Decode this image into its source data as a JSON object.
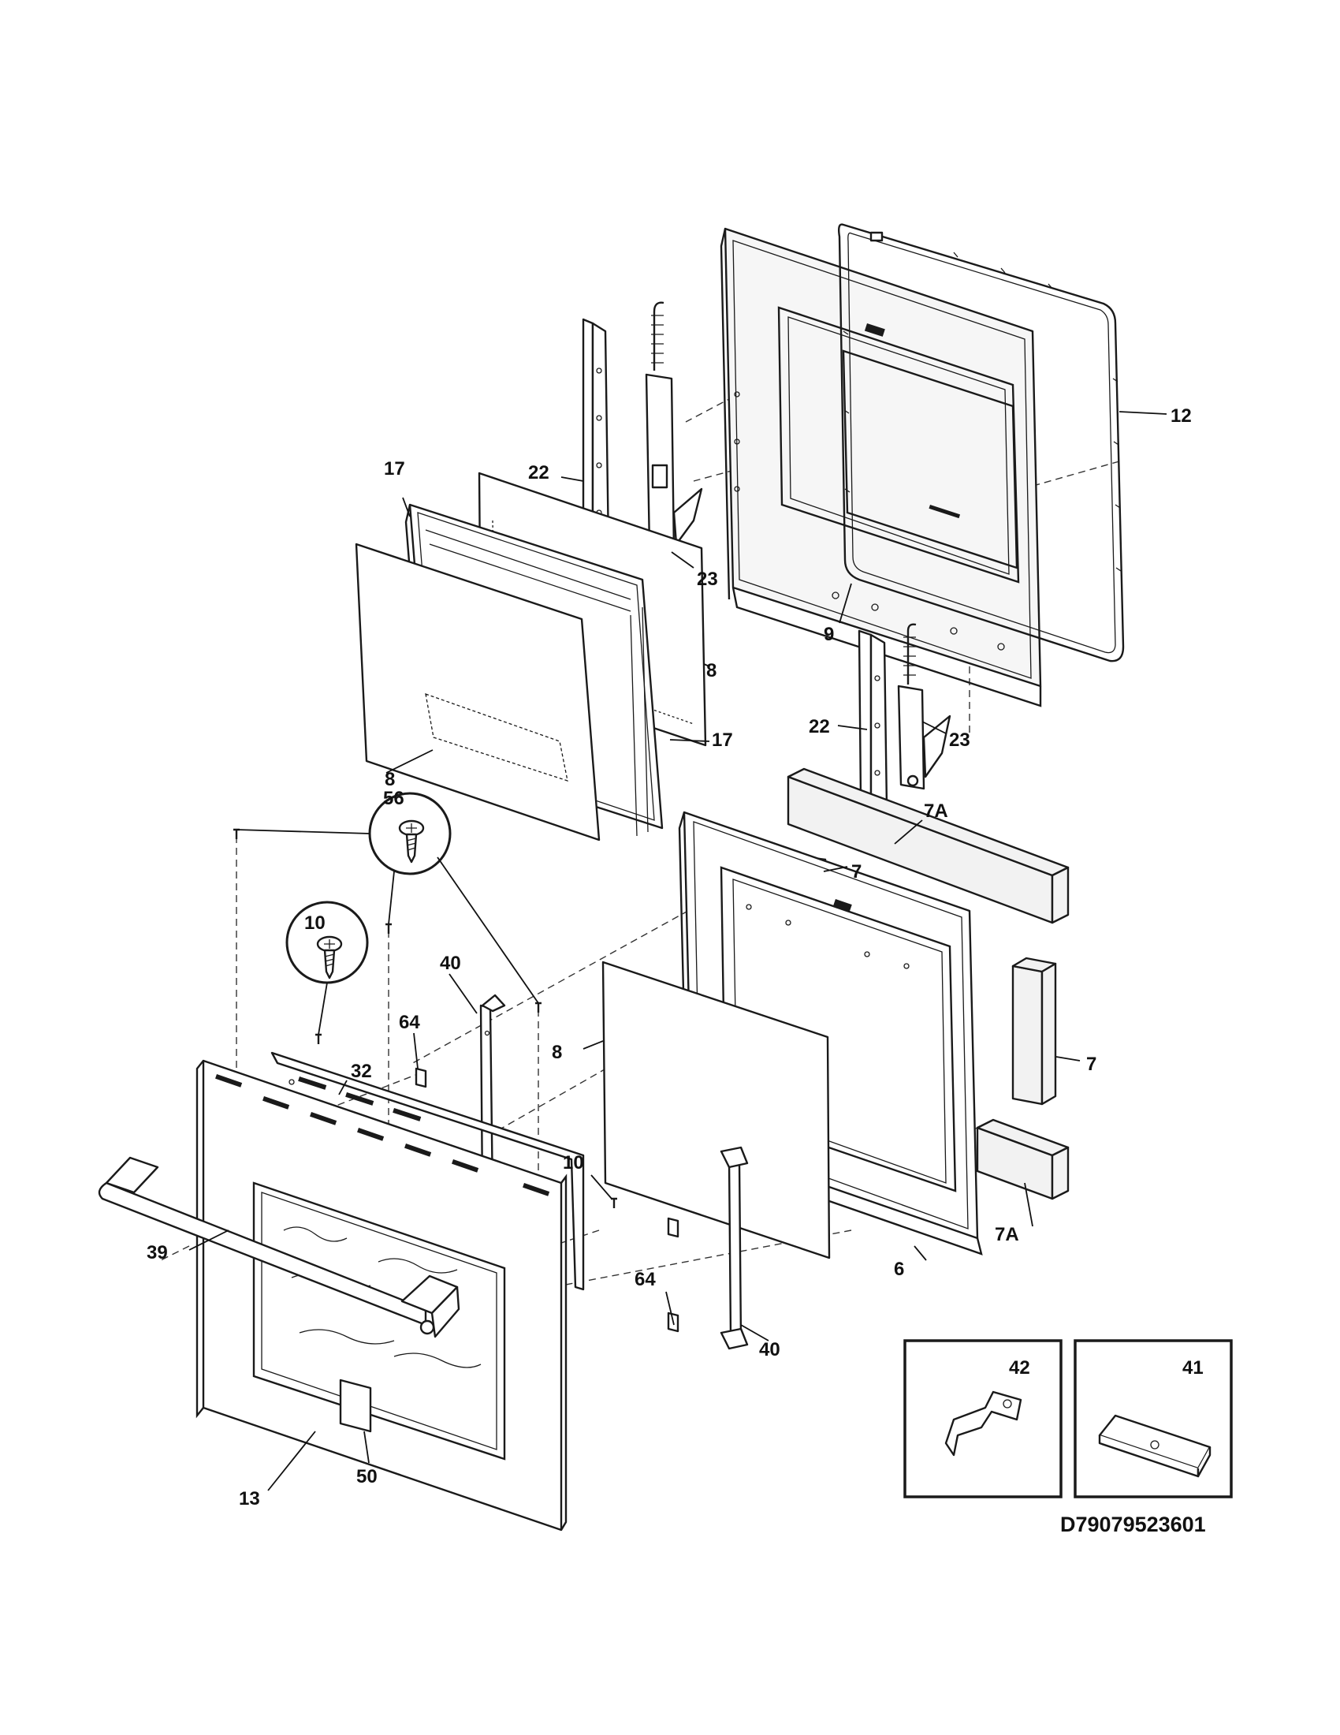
{
  "diagram_id": "D79079523601",
  "callouts": {
    "c12": "12",
    "c22a": "22",
    "c17a": "17",
    "c23a": "23",
    "c9": "9",
    "c8a": "8",
    "c17b": "17",
    "c8b": "8",
    "c22b": "22",
    "c23b": "23",
    "c7a_top": "7A",
    "c7_top": "7",
    "c56": "56",
    "c10a": "10",
    "c40a": "40",
    "c64a": "64",
    "c8c": "8",
    "c32": "32",
    "c7_right": "7",
    "c10b": "10",
    "c39": "39",
    "c64b": "64",
    "c6": "6",
    "c7a_bottom": "7A",
    "c40b": "40",
    "c42": "42",
    "c41": "41",
    "c13": "13",
    "c50": "50"
  }
}
